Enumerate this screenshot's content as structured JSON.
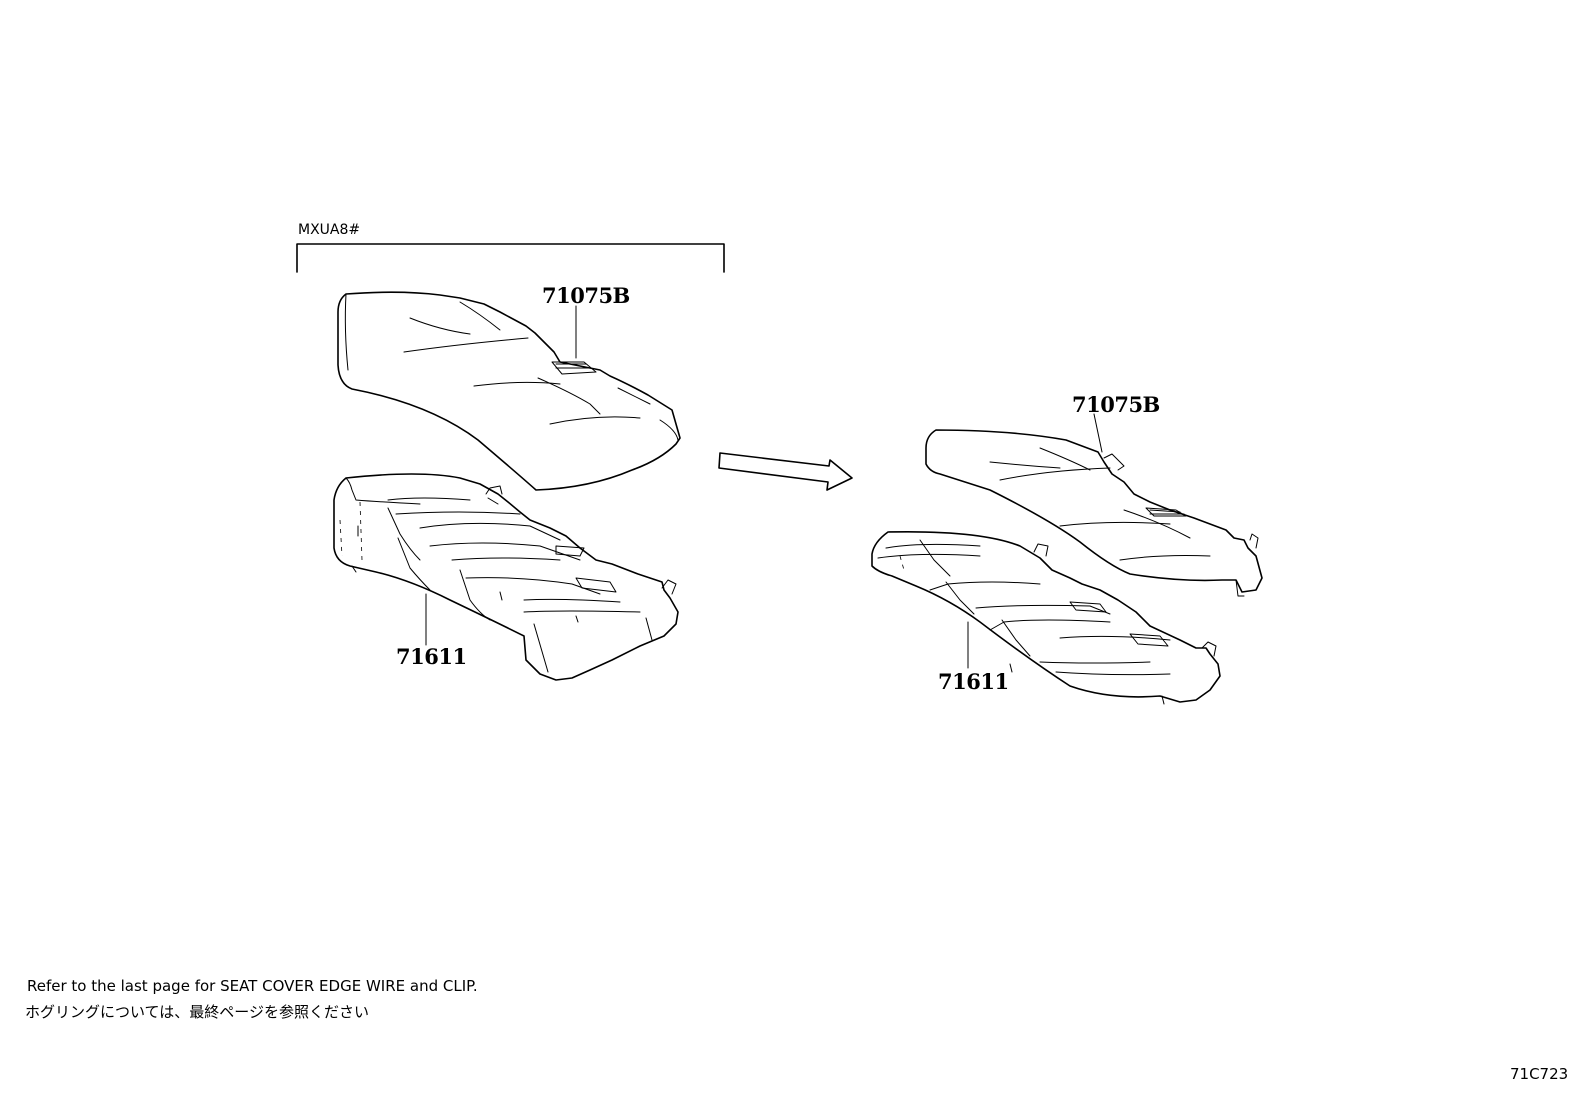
{
  "diagram": {
    "group_label": "MXUA8#",
    "left_assembly": {
      "cover_part": "71075B",
      "pad_part": "71611"
    },
    "right_assembly": {
      "cover_part": "71075B",
      "pad_part": "71611"
    },
    "notes": {
      "english": "Refer to the last page for SEAT COVER EDGE WIRE and CLIP.",
      "japanese": "ホグリングについては、最終ページを参照ください"
    },
    "figure_code": "71C723"
  }
}
